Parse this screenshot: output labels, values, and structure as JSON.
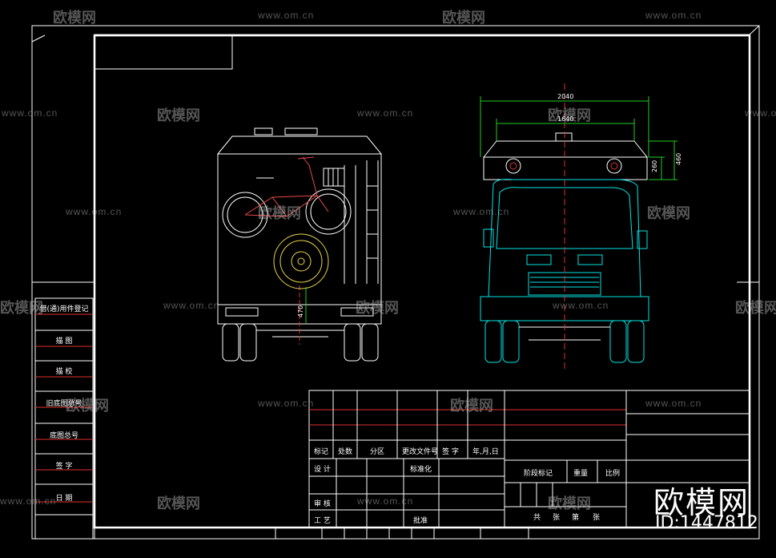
{
  "watermark": {
    "site": "www.om.cn",
    "brand": "欧模网"
  },
  "dimensions": {
    "overall_width": "2040",
    "inner_width": "1640",
    "height_a": "260",
    "height_b": "460",
    "rear_height": "470"
  },
  "side_block": {
    "labels": [
      "借(通)用件登记",
      "描 图",
      "描 校",
      "旧底图总号",
      "底图总号",
      "签 字",
      "日 期"
    ]
  },
  "title_block": {
    "headers": [
      "标记",
      "处数",
      "分区",
      "更改文件号",
      "签 字",
      "年,月,日"
    ],
    "design": "设 计",
    "standard": "标准化",
    "review": "审 核",
    "process": "工 艺",
    "approve": "批准",
    "stage_mark": "阶段标记",
    "weight": "重量",
    "scale": "比例",
    "total": "共",
    "sheets": "张",
    "sheet_no": "第",
    "sheet_unit": "张"
  },
  "brand_overlay": {
    "name": "欧模网",
    "id": "ID:1447812"
  }
}
